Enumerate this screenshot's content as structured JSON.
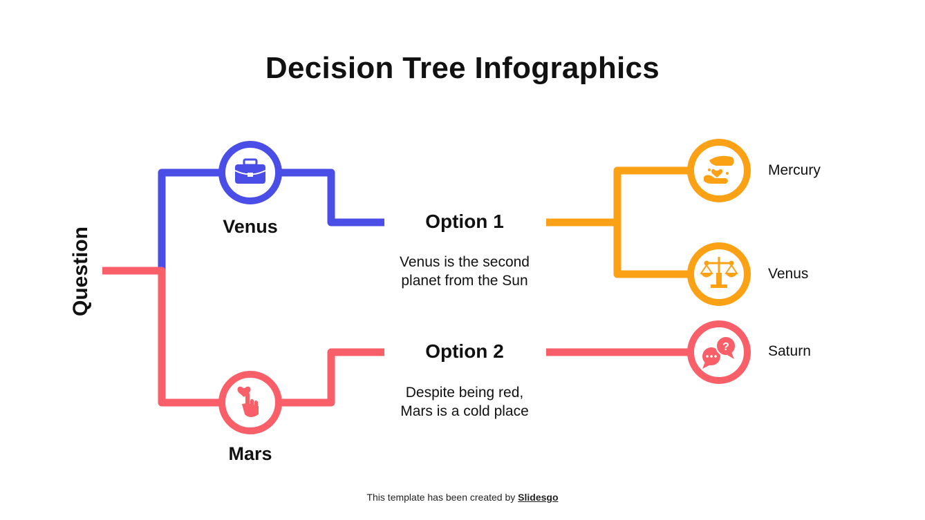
{
  "title": "Decision Tree Infographics",
  "root": {
    "label": "Question"
  },
  "colors": {
    "blue": "#4a4de6",
    "red": "#f85f68",
    "orange": "#fba116",
    "text": "#111111"
  },
  "branches": [
    {
      "label": "Venus",
      "icon": "briefcase-icon",
      "color": "#4a4de6"
    },
    {
      "label": "Mars",
      "icon": "heart-hand-pointer-icon",
      "color": "#f85f68"
    }
  ],
  "options": [
    {
      "title": "Option 1",
      "description_line1": "Venus is the second",
      "description_line2": "planet from the Sun"
    },
    {
      "title": "Option 2",
      "description_line1": "Despite being red,",
      "description_line2": "Mars is a cold place"
    }
  ],
  "leaves": [
    {
      "label": "Mercury",
      "icon": "hands-heart-icon",
      "color": "#fba116"
    },
    {
      "label": "Venus",
      "icon": "scales-icon",
      "color": "#fba116"
    },
    {
      "label": "Saturn",
      "icon": "chat-bubbles-question-icon",
      "color": "#f85f68"
    }
  ],
  "footer": {
    "prefix": "This template has been created by ",
    "brand": "Slidesgo"
  }
}
